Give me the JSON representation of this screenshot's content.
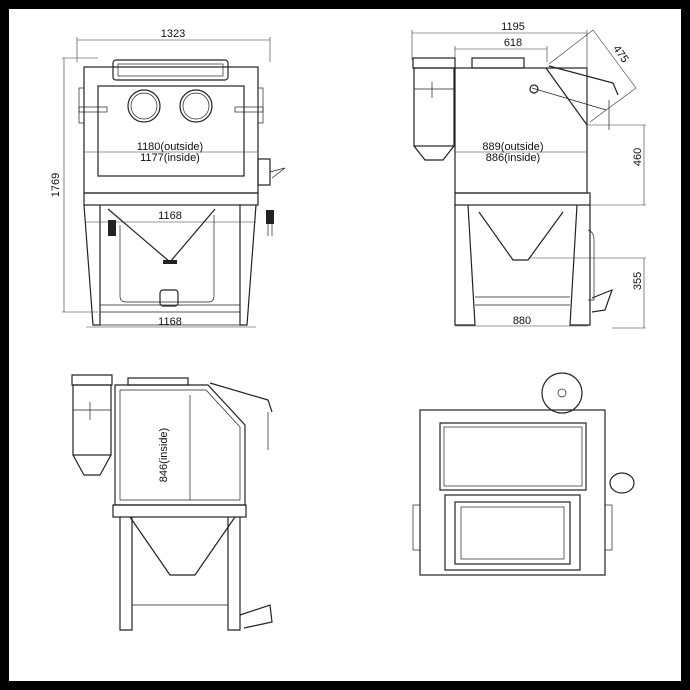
{
  "colors": {
    "frame": "#000000",
    "paper": "#ffffff",
    "line": "#222222"
  },
  "front_view": {
    "overall_width": "1323",
    "overall_height": "1769",
    "window_outside": "1180(outside)",
    "window_inside": "1177(inside)",
    "stand_top_width": "1168",
    "stand_bottom_width": "1168"
  },
  "side_view": {
    "overall_depth": "1195",
    "lid_width": "618",
    "door_length": "475",
    "cabinet_outside": "889(outside)",
    "cabinet_inside": "886(inside)",
    "door_height": "460",
    "pedal_height": "355",
    "stand_depth": "880"
  },
  "section_view": {
    "inside_height": "846(inside)"
  }
}
